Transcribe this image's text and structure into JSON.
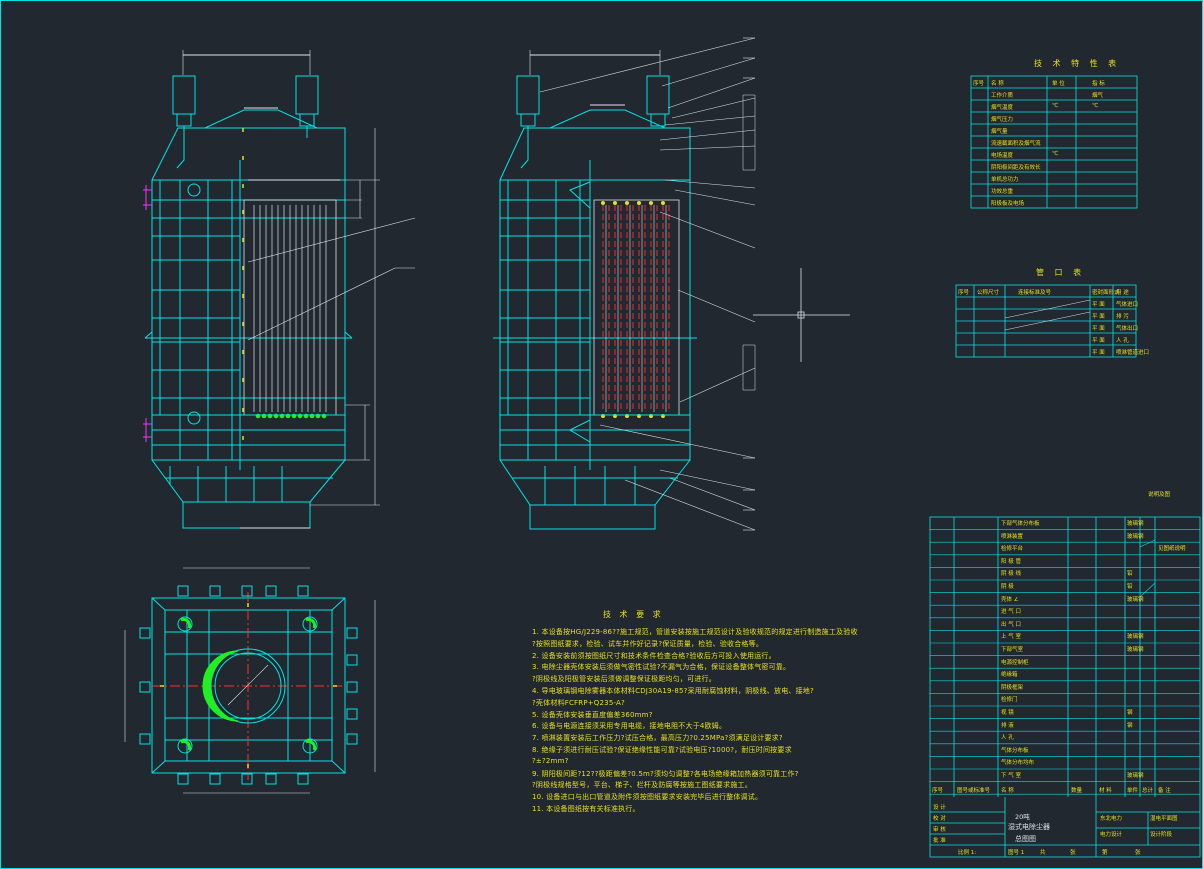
{
  "tech_table": {
    "title": "技 术 特 性 表",
    "headers": [
      "序号",
      "名 称",
      "单 位",
      "指 标"
    ],
    "rows": [
      [
        "",
        "工作介质",
        "",
        "烟气"
      ],
      [
        "",
        "烟气温度",
        "℃",
        "℃"
      ],
      [
        "",
        "烟气压力",
        "",
        ""
      ],
      [
        "",
        "烟气量",
        "",
        ""
      ],
      [
        "",
        "流速截面积及烟气流",
        "",
        ""
      ],
      [
        "",
        "电场温度",
        "℃",
        ""
      ],
      [
        "",
        "阴阳极间距及有效长",
        "",
        ""
      ],
      [
        "",
        "单机总功力",
        "",
        ""
      ],
      [
        "",
        "功效总重",
        "",
        ""
      ],
      [
        "",
        "阳极板及电场",
        "",
        ""
      ]
    ]
  },
  "nozzle_table": {
    "title": "管 口 表",
    "headers": [
      "序号",
      "公称尺寸",
      "连接标准及号",
      "密封面形式",
      "用 途"
    ],
    "rows": [
      [
        "",
        "",
        "",
        "平 面",
        "气体进口"
      ],
      [
        "",
        "",
        "",
        "平 面",
        "排 污"
      ],
      [
        "",
        "",
        "",
        "平 面",
        "气体出口"
      ],
      [
        "",
        "",
        "",
        "平 面",
        "人 孔"
      ],
      [
        "",
        "",
        "",
        "平 面",
        "喷淋管道进口"
      ]
    ]
  },
  "notes": {
    "title": "技 术 要 求",
    "lines": [
      "1. 本设备按HG/J229-86??施工规范，管道安装按施工规范设计及验收规范的规定进行制造施工及验收",
      "   ?按照图纸要求，检验、试车并作好记录?保证质量，检验、验收合格等。",
      "2. 设备安装前须按图纸尺寸和技术条件检查合格?验收后方可投入使用运行。",
      "3. 电除尘器壳体安装后须做气密性试验?不漏气为合格，保证设备整体气密可靠。",
      "   ?阴极线及阳极管安装后须做调整保证极距均匀，可进行。",
      "4. 导电玻璃钢电除雾器本体材料CDJ30A19-85?采用耐腐蚀材料，阴极线、放电、接地?",
      "   ?壳体材料FCFRP+Q235-A?",
      "5. 设备壳体安装垂直度偏差360mm?",
      "6. 设备与电源连接须采用专用电缆，接地电阻不大于4欧姆。",
      "7. 喷淋装置安装后工作压力?试压合格，最高压力?0.25MPa?须满足设计要求?",
      "8. 绝缘子须进行耐压试验?保证绝缘性能可靠?试验电压?1000?，耐压时间按要求",
      "   ?±?2mm?",
      "9. 阴阳极间距?12??极距偏差?0.5m?须均匀调整?各电场绝缘箱加热器须可靠工作?",
      "   ?阴极线规格型号，平台、梯子、栏杆及防腐等按施工图纸要求施工。",
      "10. 设备进口与出口管道及附件须按图纸要求安装完毕后进行整体调试。",
      "11. 本设备图纸按有关标准执行。"
    ]
  },
  "bom": {
    "rows": [
      [
        "",
        "",
        "下部气体分布板",
        "",
        "",
        "玻璃钢",
        "",
        ""
      ],
      [
        "",
        "",
        "喷淋装置",
        "",
        "",
        "玻璃钢",
        "",
        ""
      ],
      [
        "",
        "",
        "检修平台",
        "",
        "",
        "",
        "",
        "见图纸说明"
      ],
      [
        "",
        "",
        "阳 极 管",
        "",
        "",
        "",
        "",
        ""
      ],
      [
        "",
        "",
        "阴 极 线",
        "",
        "",
        "铅",
        "",
        ""
      ],
      [
        "",
        "",
        "阴 极",
        "",
        "",
        "铅",
        "",
        ""
      ],
      [
        "",
        "",
        "壳体 ∠",
        "",
        "",
        "玻璃钢",
        "",
        ""
      ],
      [
        "",
        "",
        "进 气 口",
        "",
        "",
        "",
        "",
        ""
      ],
      [
        "",
        "",
        "出 气 口",
        "",
        "",
        "",
        "",
        ""
      ],
      [
        "",
        "",
        "上 气 室",
        "",
        "",
        "玻璃钢",
        "",
        ""
      ],
      [
        "",
        "",
        "下部气室",
        "",
        "",
        "玻璃钢",
        "",
        ""
      ],
      [
        "",
        "",
        "电源控制柜",
        "",
        "",
        "",
        "",
        ""
      ],
      [
        "",
        "",
        "绝缘箱",
        "",
        "",
        "",
        "",
        ""
      ],
      [
        "",
        "",
        "阴极框架",
        "",
        "",
        "",
        "",
        ""
      ],
      [
        "",
        "",
        "检修门",
        "",
        "",
        "",
        "",
        ""
      ],
      [
        "",
        "",
        "视 镜",
        "",
        "",
        "钢",
        "",
        ""
      ],
      [
        "",
        "",
        "排 液",
        "",
        "",
        "钢",
        "",
        ""
      ],
      [
        "",
        "",
        "人 孔",
        "",
        "",
        "",
        "",
        ""
      ],
      [
        "",
        "",
        "气体分布板",
        "",
        "",
        "",
        "",
        ""
      ],
      [
        "",
        "",
        "气体分布均布",
        "",
        "",
        "",
        "",
        ""
      ],
      [
        "",
        "",
        "下 气 室",
        "",
        "",
        "玻璃钢",
        "",
        ""
      ]
    ],
    "header_row": [
      "序号",
      "图号或标准号",
      "名 称",
      "数量",
      "材 料",
      "单件",
      "总计",
      "备 注"
    ],
    "title_line1": "20吨",
    "title_line2": "湿式电除尘器",
    "title_line3": "总图图",
    "right_top1": "东北电力",
    "right_top2": "湿电平面图",
    "right_mid1": "电力设计",
    "right_mid2": "设计阶段",
    "footer_cells": [
      "比例 1:",
      "图号 1",
      "共",
      "张",
      "第",
      "张"
    ],
    "left_labels": [
      "设 计",
      "校 对",
      "审 核",
      "批 准"
    ],
    "corner_note": "说明及图"
  },
  "colors": {
    "background": "#212830",
    "cyan": "#00e5e5",
    "white": "#dfe3e6",
    "yellow": "#e8e020",
    "red": "#ff3030",
    "green": "#20f020",
    "magenta": "#ff30ff"
  }
}
